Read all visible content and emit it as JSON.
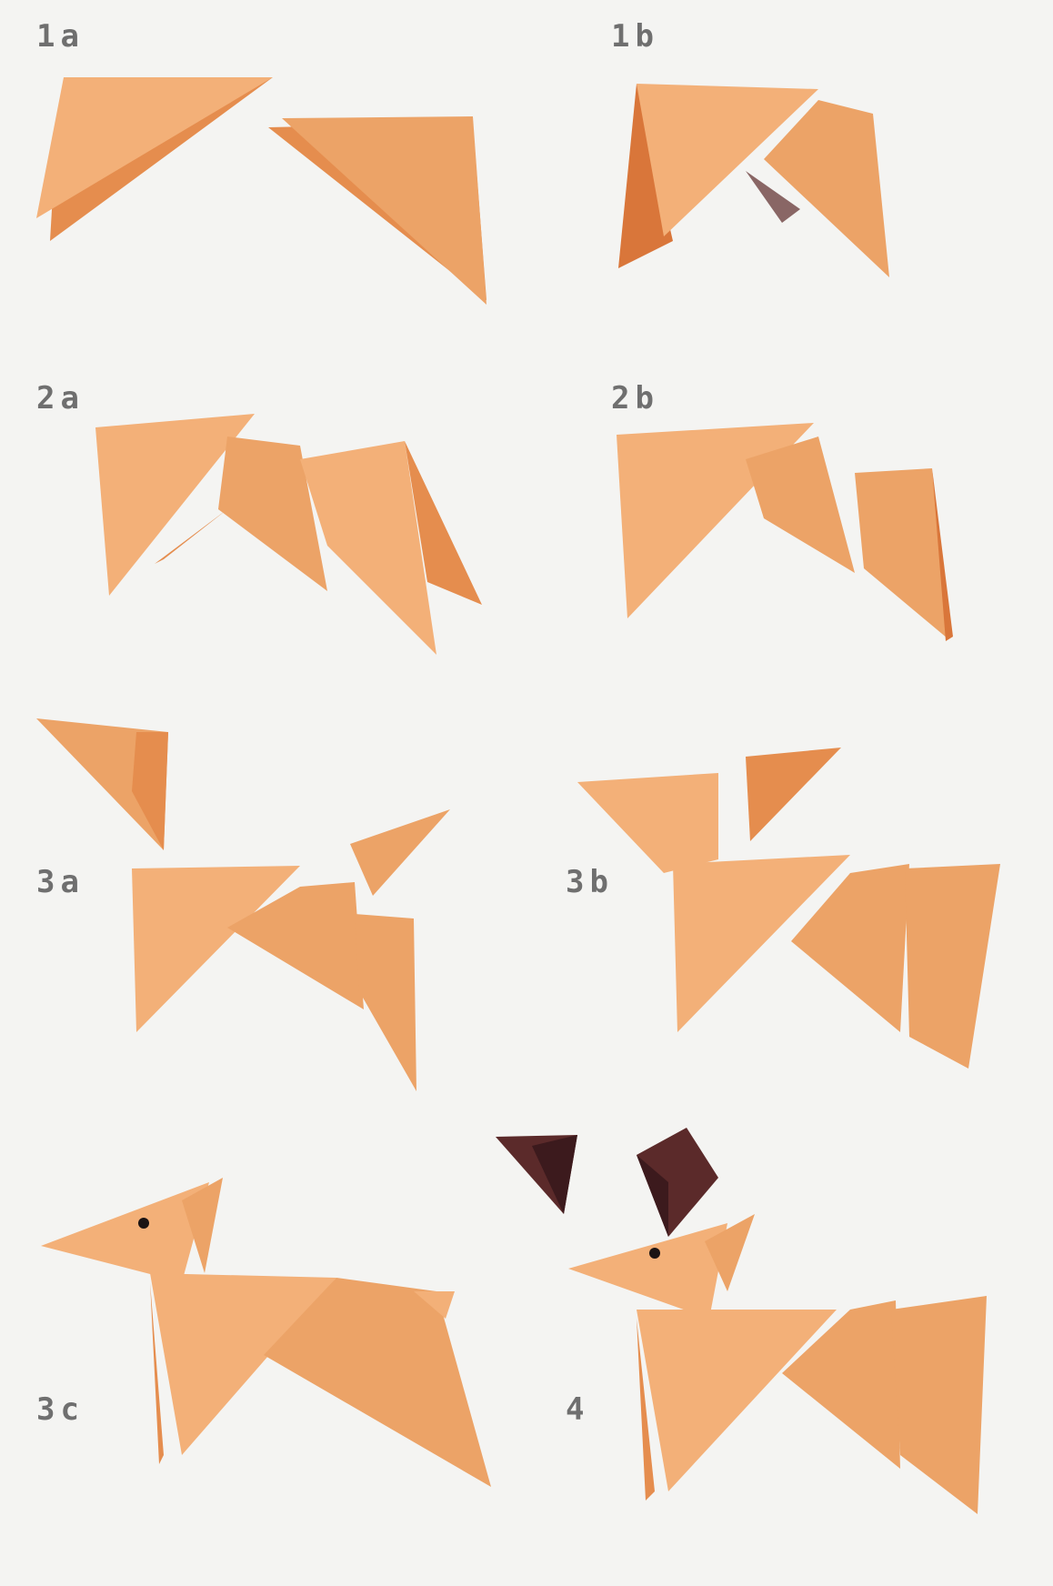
{
  "steps": [
    {
      "id": "1a",
      "label": "1a"
    },
    {
      "id": "1b",
      "label": "1b"
    },
    {
      "id": "2a",
      "label": "2a"
    },
    {
      "id": "2b",
      "label": "2b"
    },
    {
      "id": "3a",
      "label": "3a"
    },
    {
      "id": "3b",
      "label": "3b"
    },
    {
      "id": "3c",
      "label": "3c"
    },
    {
      "id": "4",
      "label": "4"
    }
  ],
  "colors": {
    "background": "#f4f4f2",
    "paper_orange": "#f3b078",
    "paper_orange_shadow": "#e58d4e",
    "ear_brown": "#4a2124",
    "label_gray": "#6f6f6f"
  }
}
